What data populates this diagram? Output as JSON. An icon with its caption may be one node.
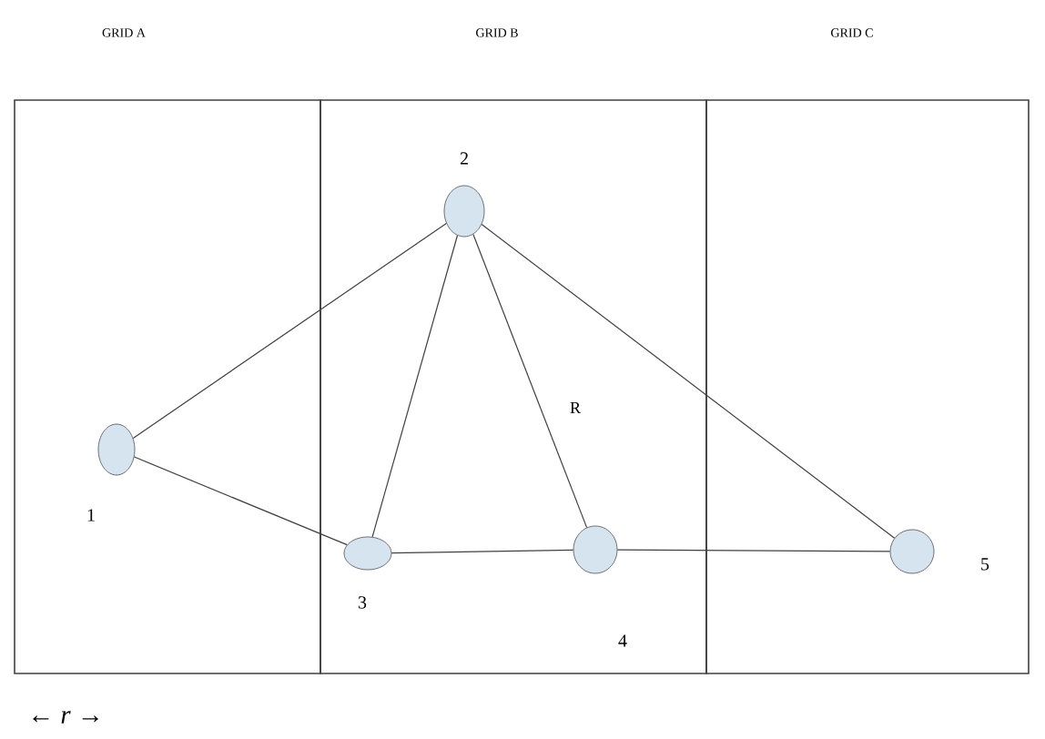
{
  "diagram": {
    "nodes": [
      {
        "text": [
          "GRID A"
        ]
      },
      {
        "text": [
          "GRID B"
        ]
      },
      {
        "text": [
          "GRID C"
        ]
      },
      {
        "text": [],
        "shape": "circle",
        "beside": [
          "1"
        ],
        "in": 0
      },
      {
        "text": [],
        "shape": "circle",
        "beside": [
          "2"
        ],
        "in": 1
      },
      {
        "text": [],
        "shape": "circle",
        "beside": [
          "3"
        ],
        "in": 1
      },
      {
        "text": [],
        "shape": "circle",
        "beside": [
          "4"
        ],
        "in": 1
      },
      {
        "text": [],
        "shape": "circle",
        "beside": [
          "5"
        ],
        "in": 2
      }
    ],
    "edges": [
      {
        "from": 3,
        "to": 4,
        "arrow": "none"
      },
      {
        "from": 3,
        "to": 5,
        "arrow": "none"
      },
      {
        "from": 4,
        "to": 5,
        "arrow": "none"
      },
      {
        "from": 4,
        "to": 6,
        "arrow": "none",
        "label": "R"
      },
      {
        "from": 4,
        "to": 7,
        "arrow": "none"
      },
      {
        "from": 5,
        "to": 6,
        "arrow": "none"
      },
      {
        "from": 6,
        "to": 7,
        "arrow": "none"
      }
    ],
    "labels": [
      "← *r* →"
    ]
  }
}
